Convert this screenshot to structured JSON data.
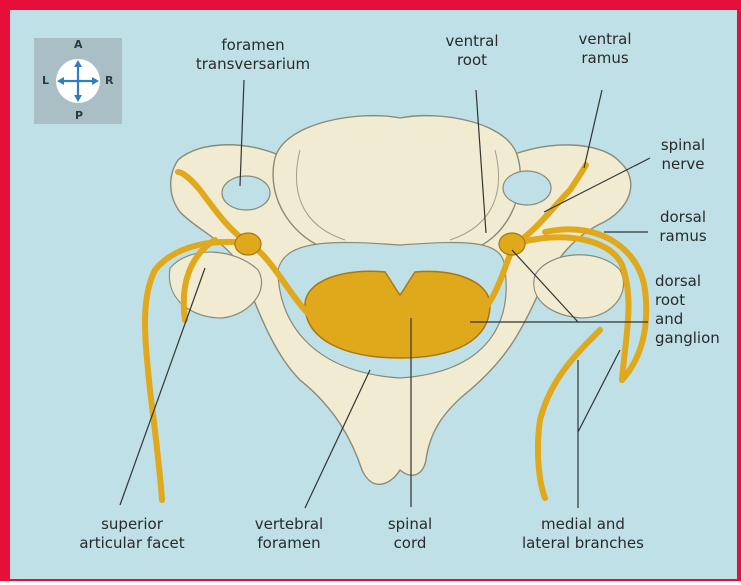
{
  "colors": {
    "frame": "#e4103a",
    "background": "#bfe0e6",
    "bone": "#f1ecd1",
    "bone_outline": "#8a8a78",
    "nerve": "#e0a81b",
    "nerve_outline": "#a8780e",
    "leader": "#333333",
    "compass_box": "#a9bfc5",
    "compass_arrow": "#2e7fc0"
  },
  "compass": {
    "north": "A",
    "south": "P",
    "west": "L",
    "east": "R"
  },
  "labels": {
    "foramen_transversarium": [
      "foramen",
      "transversarium"
    ],
    "ventral_root": [
      "ventral",
      "root"
    ],
    "ventral_ramus": [
      "ventral",
      "ramus"
    ],
    "spinal_nerve": [
      "spinal",
      "nerve"
    ],
    "dorsal_ramus": [
      "dorsal",
      "ramus"
    ],
    "dorsal_root_ganglion": [
      "dorsal",
      "root",
      "and",
      "ganglion"
    ],
    "superior_articular_facet": [
      "superior",
      "articular facet"
    ],
    "vertebral_foramen": [
      "vertebral",
      "foramen"
    ],
    "spinal_cord": [
      "spinal",
      "cord"
    ],
    "medial_lateral_branches": [
      "medial and",
      "lateral branches"
    ]
  }
}
